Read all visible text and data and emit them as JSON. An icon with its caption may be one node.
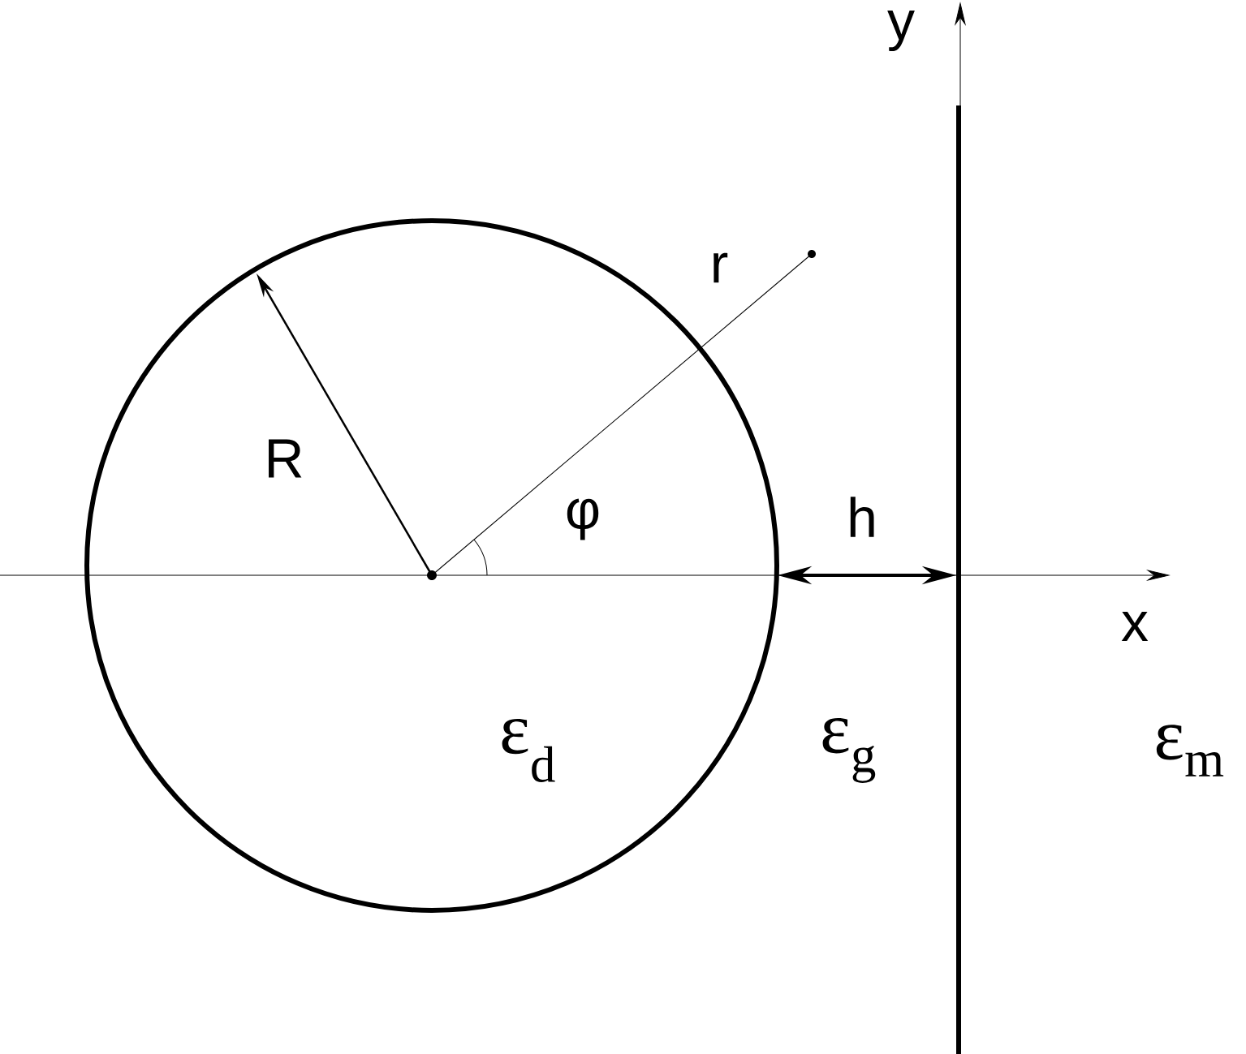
{
  "diagram": {
    "labels": [
      "y",
      "r",
      "R",
      "φ",
      "h",
      "x",
      "ε$_{d}$",
      "ε$_{g}$",
      "ε$_{m}$"
    ]
  }
}
